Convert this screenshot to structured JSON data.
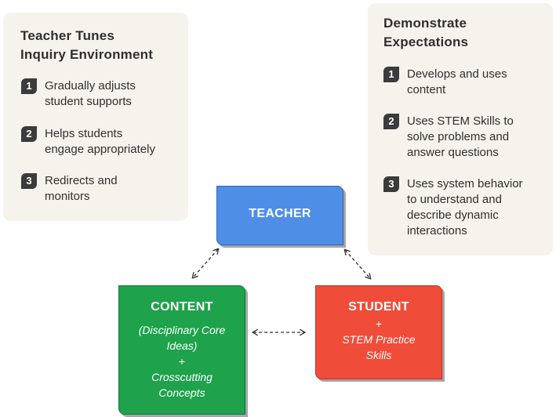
{
  "left_panel": {
    "title_line1": "Teacher Tunes",
    "title_line2": "Inquiry Environment",
    "items": [
      {
        "num": "1",
        "line1": "Gradually adjusts",
        "line2": "student supports"
      },
      {
        "num": "2",
        "line1": "Helps students",
        "line2": "engage appropriately"
      },
      {
        "num": "3",
        "line1": "Redirects and",
        "line2": "monitors"
      }
    ]
  },
  "right_panel": {
    "title_line1": "Demonstrate",
    "title_line2": "Expectations",
    "items": [
      {
        "num": "1",
        "lines": [
          "Develops and uses",
          "content"
        ]
      },
      {
        "num": "2",
        "lines": [
          "Uses STEM Skills to",
          "solve problems and",
          "answer questions"
        ]
      },
      {
        "num": "3",
        "lines": [
          "Uses system behavior",
          "to understand and",
          "describe dynamic",
          "interactions"
        ]
      }
    ]
  },
  "teacher_box": {
    "title": "TEACHER"
  },
  "content_box": {
    "title": "CONTENT",
    "sub": [
      "(Disciplinary Core",
      "Ideas)",
      "+",
      "Crosscutting",
      "Concepts"
    ]
  },
  "student_box": {
    "title": "STUDENT",
    "sub": [
      "+",
      "STEM Practice",
      "Skills"
    ]
  },
  "colors": {
    "teacher": "#4f8ee6",
    "content": "#1ea24b",
    "student": "#f04c3a",
    "panel_bg": "#f6f3ec",
    "badge": "#3b3b3b"
  }
}
